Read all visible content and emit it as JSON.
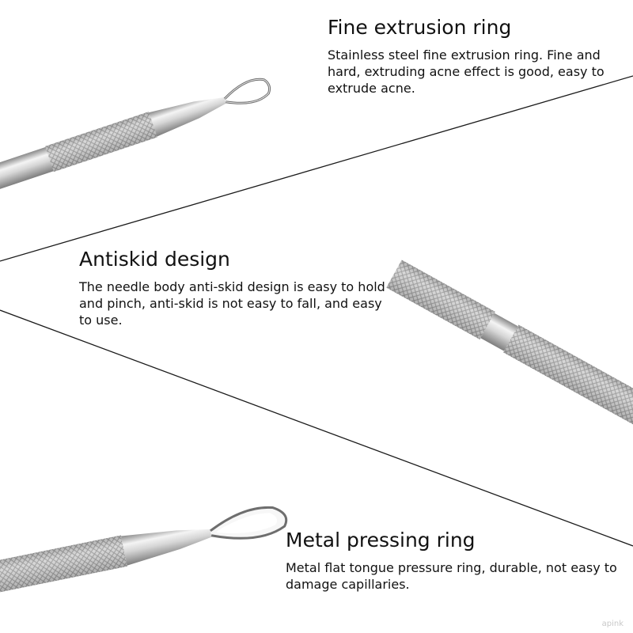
{
  "sections": [
    {
      "title": "Fine extrusion ring",
      "description": "Stainless steel fine extrusion ring. Fine and hard, extruding acne effect is good, easy to extrude acne."
    },
    {
      "title": "Antiskid design",
      "description": "The needle body anti-skid design is easy to hold and pinch, anti-skid is not easy to fall, and easy to use."
    },
    {
      "title": "Metal pressing ring",
      "description": "Metal flat tongue pressure ring, durable, not easy to damage capillaries."
    }
  ],
  "watermark": "apink",
  "colors": {
    "background": "#ffffff",
    "text": "#111111",
    "steel_light": "#f2f2f2",
    "steel_dark": "#8a8a8a",
    "divider": "#1a1a1a"
  }
}
